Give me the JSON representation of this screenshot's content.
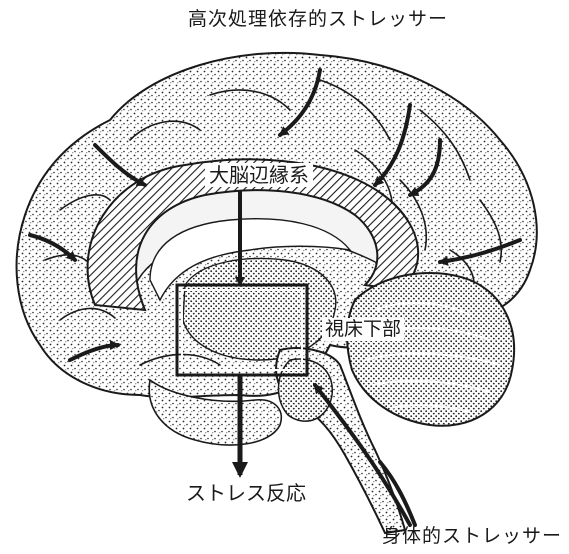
{
  "labels": {
    "top_stressor": "高次処理依存的ストレッサー",
    "limbic_system": "大脳辺縁系",
    "hypothalamus": "視床下部",
    "stress_response": "ストレス反応",
    "body_stressor": "身体的ストレッサー"
  },
  "colors": {
    "ink": "#1a1a1a",
    "stipple": "#2b2b2b",
    "background": "#ffffff"
  }
}
